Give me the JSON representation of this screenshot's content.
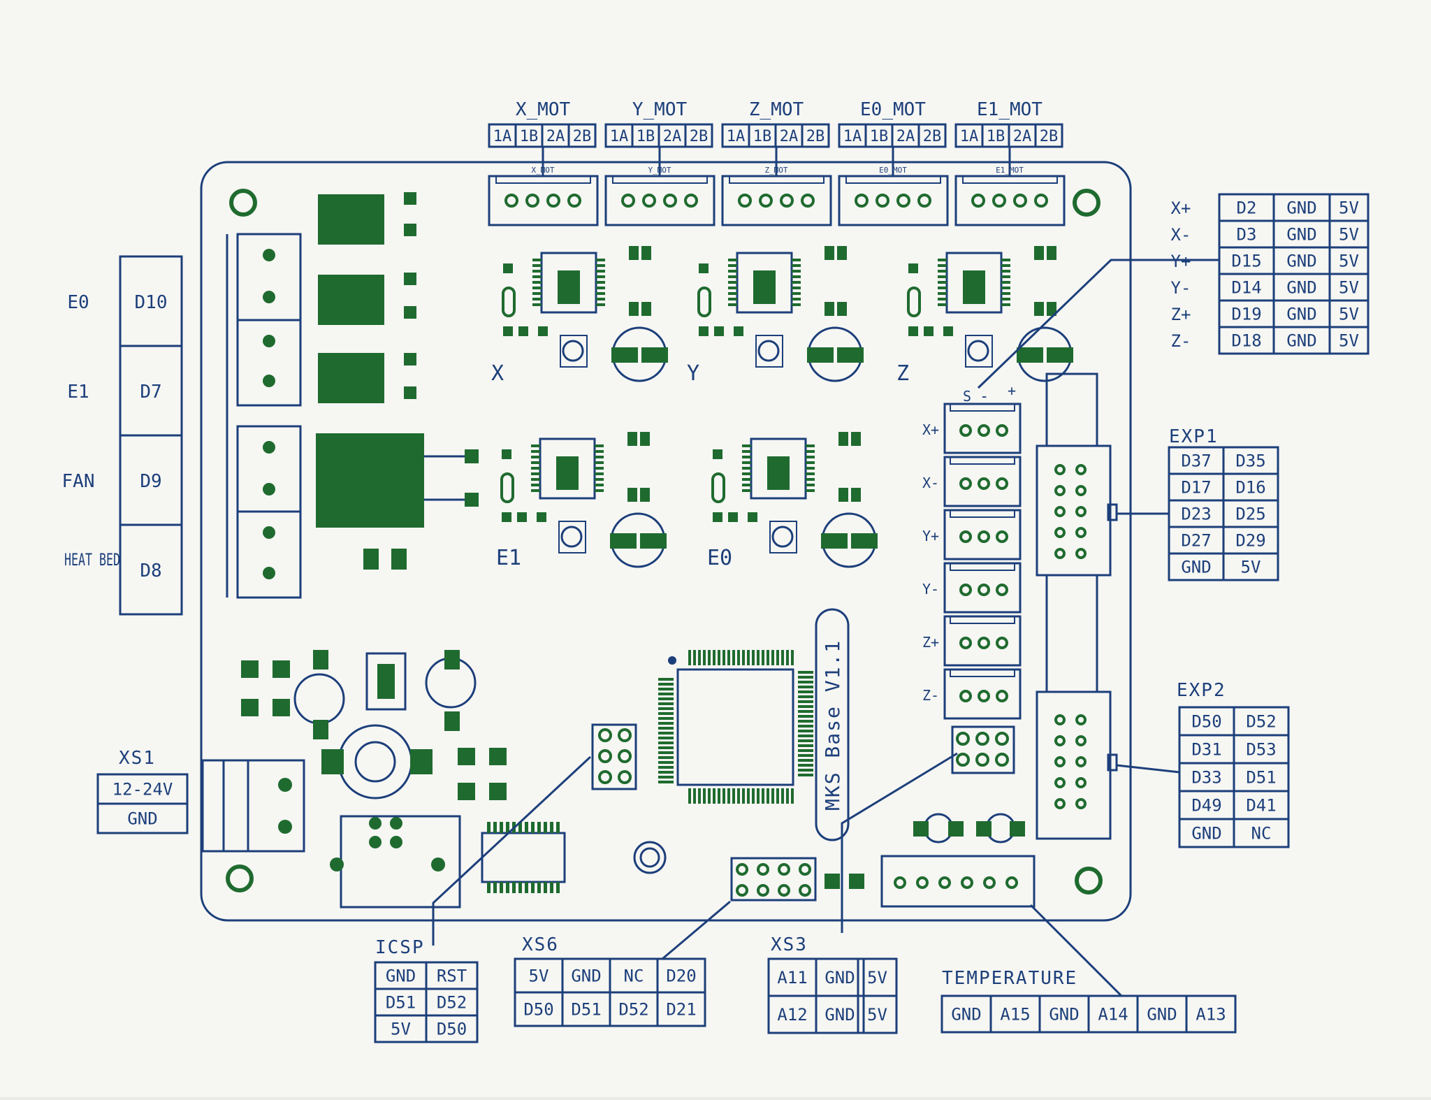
{
  "colors": {
    "ink": "#1c3f7a",
    "copper": "#1f6b2f",
    "paper": "#f6f6f3",
    "background": "#e9e9e6"
  },
  "board": {
    "title": "MKS Base V1.1"
  },
  "motors": [
    {
      "name": "X_MOT",
      "silk": "X_MOT",
      "pins": [
        "1A",
        "1B",
        "2A",
        "2B"
      ]
    },
    {
      "name": "Y_MOT",
      "silk": "Y_MOT",
      "pins": [
        "1A",
        "1B",
        "2A",
        "2B"
      ]
    },
    {
      "name": "Z_MOT",
      "silk": "Z_MOT",
      "pins": [
        "1A",
        "1B",
        "2A",
        "2B"
      ]
    },
    {
      "name": "E0_MOT",
      "silk": "E0_MOT",
      "pins": [
        "1A",
        "1B",
        "2A",
        "2B"
      ]
    },
    {
      "name": "E1_MOT",
      "silk": "E1_MOT",
      "pins": [
        "1A",
        "1B",
        "2A",
        "2B"
      ]
    }
  ],
  "power_outputs": [
    {
      "label": "E0",
      "pin": "D10"
    },
    {
      "label": "E1",
      "pin": "D7"
    },
    {
      "label": "FAN",
      "pin": "D9"
    },
    {
      "label": "HEAT BED",
      "pin": "D8"
    }
  ],
  "endstops": {
    "rows": [
      {
        "label": "X+",
        "pin": "D2"
      },
      {
        "label": "X-",
        "pin": "D3"
      },
      {
        "label": "Y+",
        "pin": "D15"
      },
      {
        "label": "Y-",
        "pin": "D14"
      },
      {
        "label": "Z+",
        "pin": "D19"
      },
      {
        "label": "Z-",
        "pin": "D18"
      }
    ],
    "gnd": "GND",
    "vcc": "5V",
    "board_labels": [
      "X+",
      "X-",
      "Y+",
      "Y-",
      "Z+",
      "Z-"
    ],
    "polarity": {
      "signal": "S",
      "minus": "-",
      "plus": "+"
    }
  },
  "exp1": {
    "name": "EXP1",
    "rows": [
      [
        "D37",
        "D35"
      ],
      [
        "D17",
        "D16"
      ],
      [
        "D23",
        "D25"
      ],
      [
        "D27",
        "D29"
      ],
      [
        "GND",
        "5V"
      ]
    ]
  },
  "exp2": {
    "name": "EXP2",
    "rows": [
      [
        "D50",
        "D52"
      ],
      [
        "D31",
        "D53"
      ],
      [
        "D33",
        "D51"
      ],
      [
        "D49",
        "D41"
      ],
      [
        "GND",
        "NC"
      ]
    ]
  },
  "xs1": {
    "name": "XS1",
    "rows": [
      "12-24V",
      "GND"
    ]
  },
  "icsp": {
    "name": "ICSP",
    "rows": [
      [
        "GND",
        "RST"
      ],
      [
        "D51",
        "D52"
      ],
      [
        "5V",
        "D50"
      ]
    ]
  },
  "xs6": {
    "name": "XS6",
    "rows": [
      [
        "5V",
        "GND",
        "NC",
        "D20"
      ],
      [
        "D50",
        "D51",
        "D52",
        "D21"
      ]
    ]
  },
  "xs3": {
    "name": "XS3",
    "rows": [
      [
        "A11",
        "GND",
        "5V"
      ],
      [
        "A12",
        "GND",
        "5V"
      ]
    ]
  },
  "temperature": {
    "name": "TEMPERATURE",
    "cells": [
      "GND",
      "A15",
      "GND",
      "A14",
      "GND",
      "A13"
    ]
  },
  "driver_labels": [
    "X",
    "Y",
    "Z",
    "E1",
    "E0"
  ]
}
